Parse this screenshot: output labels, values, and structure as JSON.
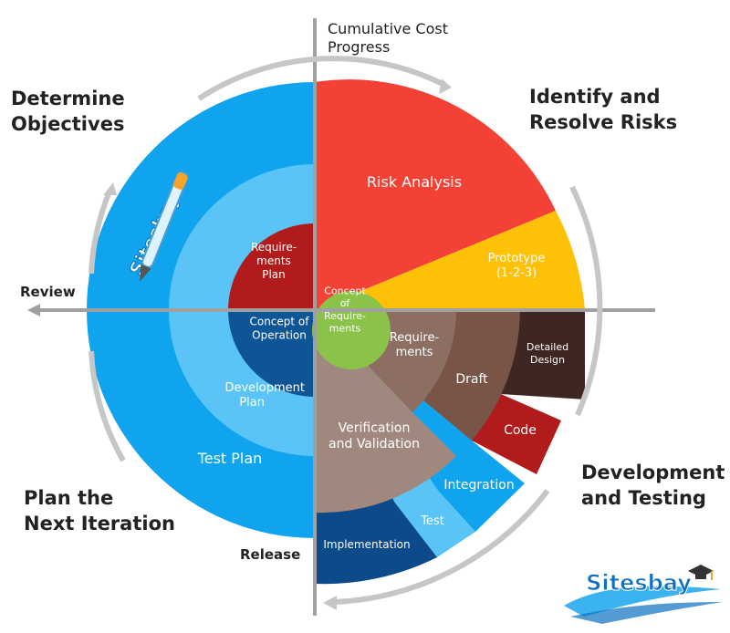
{
  "axes": {
    "top_label": "Cumulative Cost\nProgress",
    "left_label": "Review",
    "bottom_label": "Release"
  },
  "quadrants": {
    "top_left": "Determine\nObjectives",
    "top_right": "Identify and\nResolve Risks",
    "bottom_left": "Plan the\nNext Iteration",
    "bottom_right": "Development\nand Testing"
  },
  "segments": {
    "risk_analysis": "Risk Analysis",
    "prototype": "Prototype\n(1-2-3)",
    "requirements_plan": "Require-\nments\nPlan",
    "concept_of_operation": "Concept of\nOperation",
    "development_plan": "Development\nPlan",
    "test_plan": "Test Plan",
    "concept_of_requirements": "Concept\nof\nRequire-\nments",
    "requirements": "Require-\nments",
    "draft": "Draft",
    "detailed_design": "Detailed\nDesign",
    "code": "Code",
    "verification_and_validation": "Verification\nand Validation",
    "integration": "Integration",
    "test": "Test",
    "implementation": "Implementation"
  },
  "watermark": {
    "badge_text": "Sitesbay",
    "logo_text": "Sitesbay"
  },
  "colors": {
    "blue_outer": "#10a4ee",
    "blue_mid": "#5ac4f6",
    "blue_dark": "#0e5596",
    "red": "#f34235",
    "dark_red": "#b11b1b",
    "amber": "#ffc107",
    "green": "#8bc34a",
    "brown_light": "#a1887f",
    "brown_mid": "#8d6e63",
    "brown": "#795548",
    "brown_dark": "#3e2723",
    "navy": "#0d4a8a",
    "gray": "#a0a0a0"
  }
}
